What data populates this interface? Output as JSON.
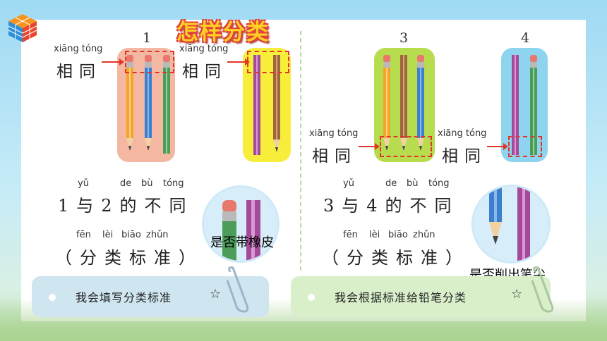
{
  "title": "怎样分类",
  "left": {
    "group1_number": "1",
    "group2_number": "",
    "same_label_1": {
      "pinyin": "xiāng tóng",
      "text": "相同"
    },
    "same_label_2": {
      "pinyin": "xiāng tóng",
      "text": "相同"
    },
    "difference": {
      "pinyin": [
        "yǔ",
        "de",
        "bù",
        "tóng"
      ],
      "text": "1与2的不同"
    },
    "standard": {
      "pinyin": [
        "fēn",
        "lèi",
        "biāo",
        "zhǔn"
      ],
      "text": "（分类标准）"
    },
    "hint": "是否带橡皮",
    "task": "我会填写分类标准",
    "star": "☆"
  },
  "right": {
    "group3_number": "3",
    "group4_number": "4",
    "same_label_3": {
      "pinyin": "xiāng tóng",
      "text": "相同"
    },
    "same_label_4": {
      "pinyin": "xiāng tóng",
      "text": "相同"
    },
    "difference": {
      "pinyin": [
        "yǔ",
        "de",
        "bù",
        "tóng"
      ],
      "text": "3与4的不同"
    },
    "standard": {
      "pinyin": [
        "fēn",
        "lèi",
        "biāo",
        "zhǔn"
      ],
      "text": "（分类标准）"
    },
    "hint": "是否削出笔尖",
    "task": "我会根据标准给铅笔分类",
    "star": "☆"
  },
  "colors": {
    "box1": "#f4b7a2",
    "box2": "#f6ee3a",
    "box3": "#b7dd4e",
    "box4": "#8ed4ef",
    "pill_left": "#cfe6f1",
    "pill_right": "#d8efca",
    "accent_red": "#e0352b"
  }
}
